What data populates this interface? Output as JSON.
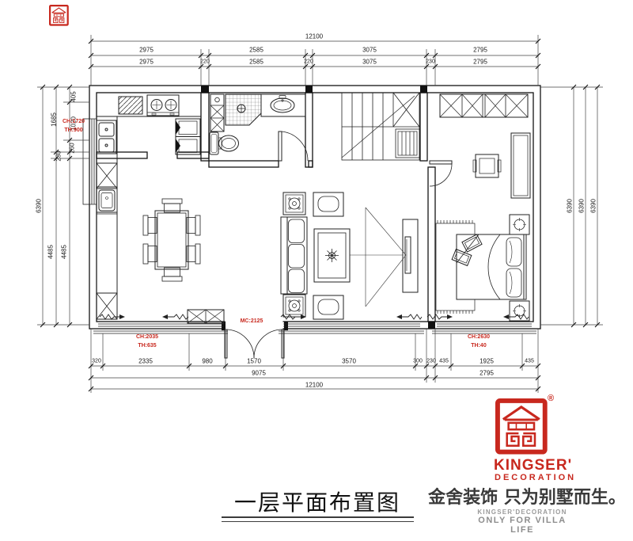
{
  "drawing": {
    "title": "一层平面布置图",
    "dims_top": {
      "total": "12100",
      "row2": [
        "2975",
        "2585",
        "3075",
        "2795"
      ],
      "row3": [
        "2975",
        "220",
        "2585",
        "220",
        "3075",
        "230",
        "2795"
      ]
    },
    "dims_left": {
      "outer": "6390",
      "mid": [
        "1685",
        "230",
        "4485"
      ],
      "inner": [
        "405",
        "1020",
        "260",
        "4485"
      ]
    },
    "dims_right": [
      "6390",
      "6390",
      "6390"
    ],
    "dims_bottom": {
      "row1": [
        "320",
        "2335",
        "980",
        "1570",
        "3570",
        "300",
        "230",
        "435",
        "1925",
        "435"
      ],
      "row2": [
        "9075",
        "2795"
      ],
      "total": "12100"
    },
    "annotations": {
      "left_window": [
        "CH:1720",
        "TH:900"
      ],
      "entry_window": [
        "CH:2035",
        "TH:635"
      ],
      "entry_door": "MC:2125",
      "bedroom_window": [
        "CH:2630",
        "TH:40"
      ]
    }
  },
  "branding": {
    "registered_mark": "®",
    "brand_name": "KINGSER'",
    "brand_sub": "DECORATION",
    "slogan_cn": "金舍装饰 只为别墅而生。",
    "footer_line1": "KINGSER'DECORATION",
    "footer_line2": "ONLY FOR VILLA LIFE",
    "accent_color": "#C8281E"
  }
}
